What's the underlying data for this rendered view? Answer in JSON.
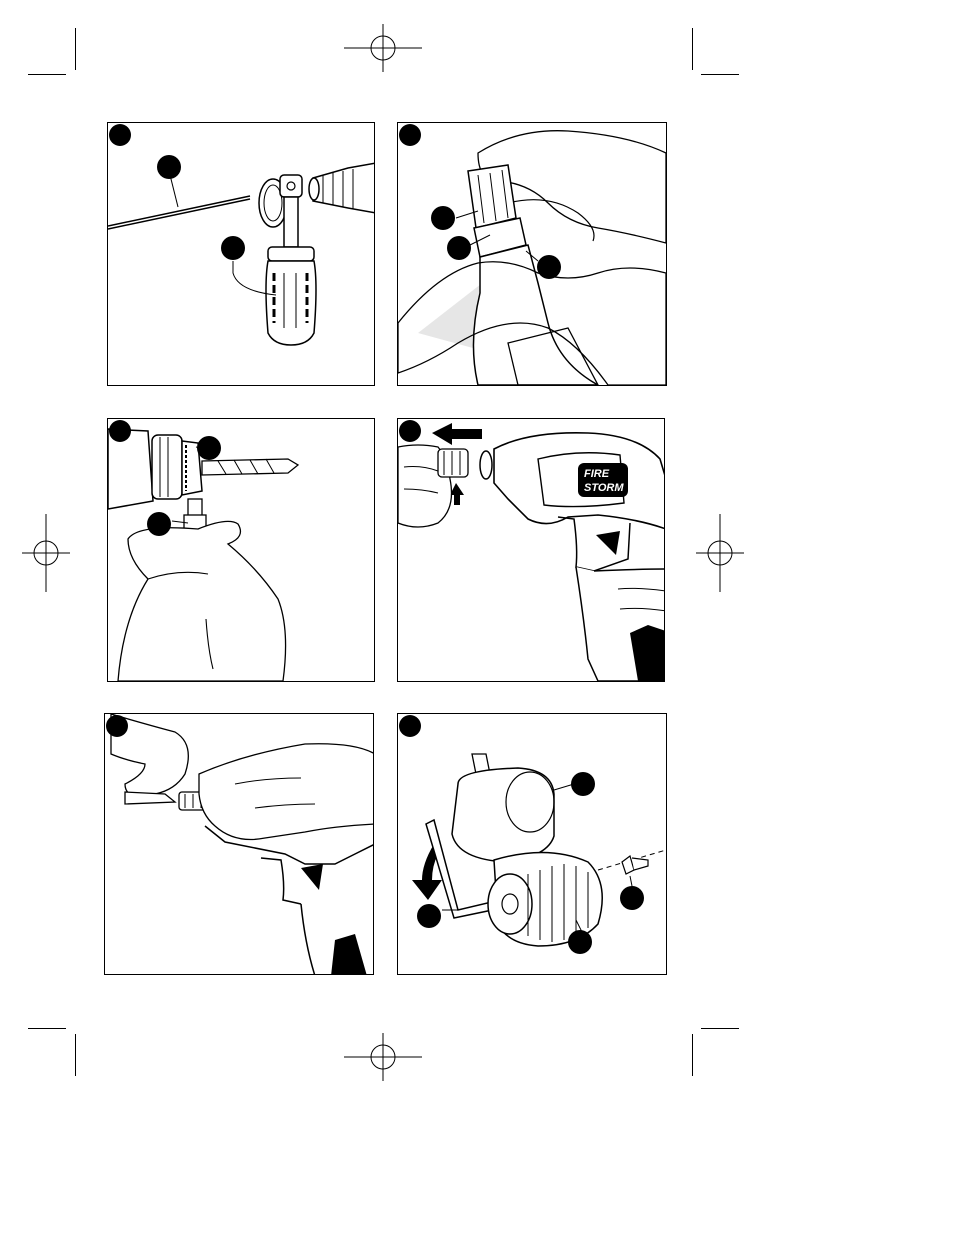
{
  "page": {
    "figures": [
      {
        "id": "a",
        "callouts": 2
      },
      {
        "id": "b",
        "callouts": 3
      },
      {
        "id": "c",
        "callouts": 2
      },
      {
        "id": "d",
        "callouts": 0,
        "logo": {
          "line1": "FIRE",
          "line2": "STORM"
        }
      },
      {
        "id": "e",
        "callouts": 0
      },
      {
        "id": "f",
        "callouts": 4
      }
    ]
  },
  "colors": {
    "line": "#000000",
    "shade": "#cccccc",
    "paper": "#ffffff"
  }
}
